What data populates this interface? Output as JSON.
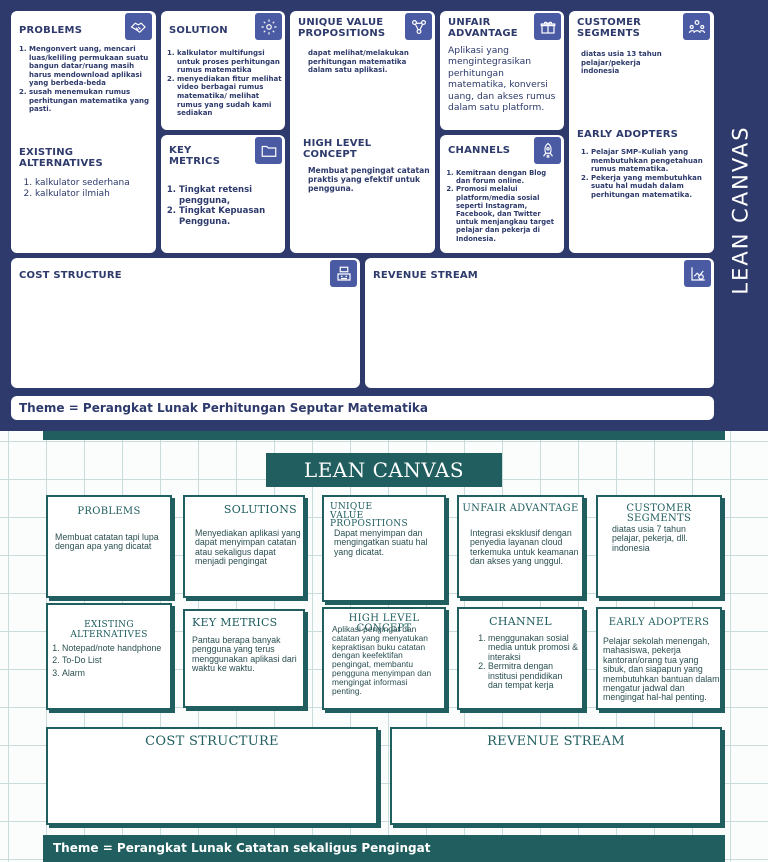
{
  "top": {
    "side_title": "LEAN CANVAS",
    "problems": {
      "title": "PROBLEMS",
      "items": [
        "Mengonvert uang, mencari luas/keliling permukaan suatu bangun datar/ruang masih harus mendownload aplikasi yang berbeda-beda",
        "susah menemukan rumus perhitungan matematika yang pasti."
      ]
    },
    "existing": {
      "title": "EXISTING ALTERNATIVES",
      "items": [
        "kalkulator sederhana",
        "kalkulator ilmiah"
      ]
    },
    "solution": {
      "title": "SOLUTION",
      "items": [
        "kalkulator multifungsi untuk proses perhitungan rumus matematika",
        "menyediakan fitur melihat video berbagai rumus matematika/ melihat rumus yang sudah kami sediakan"
      ]
    },
    "key_metrics": {
      "title": "KEY METRICS",
      "items": [
        "Tingkat retensi pengguna,",
        "Tingkat Kepuasan Pengguna."
      ]
    },
    "uvp": {
      "title": "UNIQUE VALUE PROPOSITIONS",
      "text": "dapat melihat/melakukan perhitungan matematika dalam satu aplikasi."
    },
    "hlc": {
      "title": "HIGH LEVEL CONCEPT",
      "text": "Membuat pengingat catatan praktis yang efektif untuk pengguna."
    },
    "unfair": {
      "title": "UNFAIR ADVANTAGE",
      "text": "Aplikasi yang mengintegrasikan perhitungan matematika, konversi uang, dan akses rumus dalam satu platform."
    },
    "channels": {
      "title": "CHANNELS",
      "items": [
        "Kemitraan dengan Blog dan forum online.",
        "Promosi melalui platform/media sosial seperti Instagram, Facebook, dan Twitter untuk menjangkau target pelajar dan pekerja di Indonesia."
      ]
    },
    "customer": {
      "title": "CUSTOMER SEGMENTS",
      "text": "diatas usia 13 tahun pelajar/pekerja indonesia"
    },
    "early": {
      "title": "EARLY ADOPTERS",
      "items": [
        "Pelajar SMP–Kuliah yang membutuhkan pengetahuan rumus matematika.",
        "Pekerja yang membutuhkan suatu hal mudah dalam perhitungan matematika."
      ]
    },
    "cost": {
      "title": "COST STRUCTURE"
    },
    "revenue": {
      "title": "REVENUE STREAM"
    },
    "theme": "Theme = Perangkat Lunak Perhitungan Seputar Matematika",
    "icons": [
      "handshake-icon",
      "gear-icon",
      "network-icon",
      "gift-icon",
      "people-icon",
      "folder-icon",
      "rocket-icon",
      "cash-register-icon",
      "chart-icon"
    ]
  },
  "bottom": {
    "title": "LEAN CANVAS",
    "problems": {
      "title": "PROBLEMS",
      "text": "Membuat catatan tapi lupa dengan apa yang dicatat"
    },
    "existing": {
      "title": "EXISTING ALTERNATIVES",
      "items": [
        "Notepad/note handphone",
        "To-Do List",
        "Alarm"
      ]
    },
    "solutions": {
      "title": "SOLUTIONS",
      "text": "Menyediakan aplikasi yang dapat menyimpan catatan atau sekaligus dapat menjadi pengingat"
    },
    "key_metrics": {
      "title": "KEY METRICS",
      "text": "Pantau berapa banyak pengguna yang terus menggunakan aplikasi dari waktu ke waktu."
    },
    "uvp": {
      "title": "UNIQUE VALUE PROPOSITIONS",
      "text": "Dapat menyimpan dan mengingatkan suatu hal yang dicatat."
    },
    "hlc": {
      "title": "HIGH LEVEL CONCEPT",
      "text": "Aplikasi pengingat dan catatan yang menyatukan kepraktisan buku catatan dengan keefektifan pengingat, membantu pengguna menyimpan dan mengingat informasi penting."
    },
    "unfair": {
      "title": "UNFAIR ADVANTAGE",
      "text": "Integrasi eksklusif dengan penyedia layanan cloud terkemuka untuk keamanan dan akses yang unggul."
    },
    "channel": {
      "title": "CHANNEL",
      "items": [
        "menggunakan sosial media untuk promosi & interaksi",
        "Bermitra dengan institusi pendidikan dan tempat kerja"
      ]
    },
    "customer": {
      "title": "CUSTOMER SEGMENTS",
      "text": "diatas usia 7 tahun pelajar, pekerja, dll. indonesia"
    },
    "early": {
      "title": "EARLY ADOPTERS",
      "text": "Pelajar sekolah menengah, mahasiswa, pekerja kantoran/orang tua yang sibuk, dan siapapun yang membutuhkan bantuan dalam mengatur jadwal dan mengingat hal-hal penting."
    },
    "cost": {
      "title": "COST STRUCTURE"
    },
    "revenue": {
      "title": "REVENUE STREAM"
    },
    "theme": "Theme = Perangkat Lunak Catatan sekaligus Pengingat"
  }
}
